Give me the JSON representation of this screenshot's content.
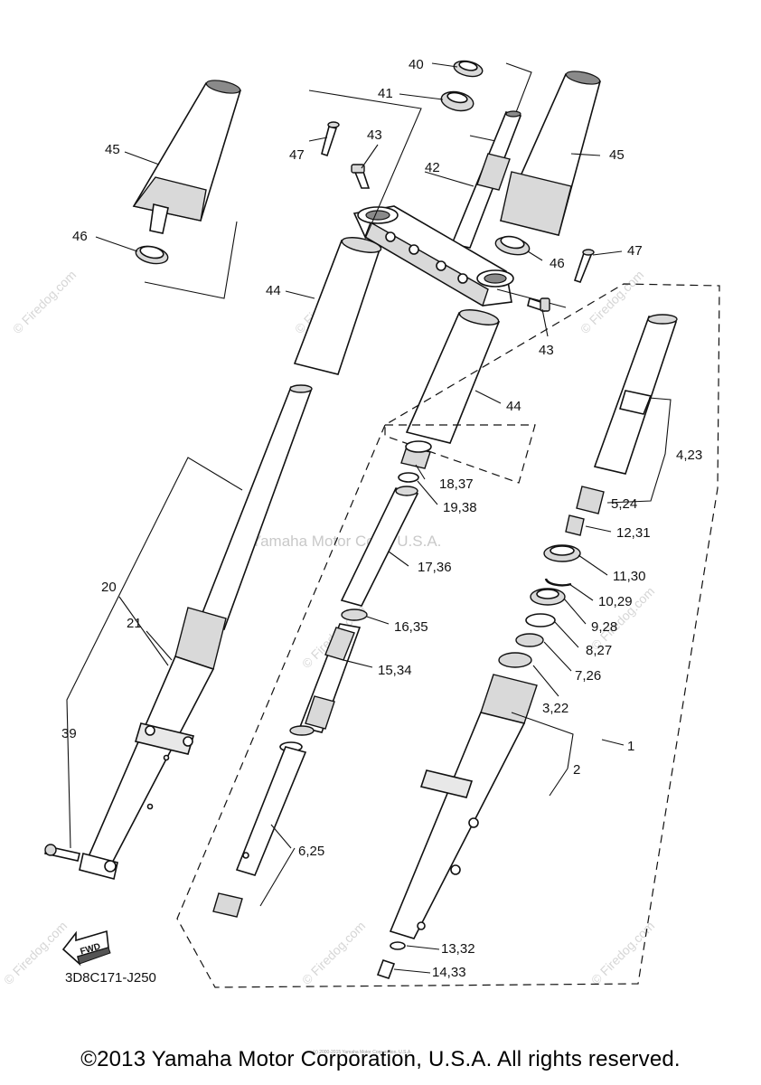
{
  "diagram": {
    "part_code": "3D8C171-J250",
    "fwd_label": "FWD",
    "watermarks": [
      "© Firedog.com",
      "© Firedog.com",
      "© Firedog.com",
      "© Firedog.com",
      "© Firedog.com",
      "© Firedog.com",
      "© Firedog.com",
      "© Firedog.com"
    ],
    "center_watermark": "Yamaha Motor Corp, U.S.A.",
    "labels": {
      "l40": "40",
      "l41": "41",
      "l42": "42",
      "l43a": "43",
      "l43b": "43",
      "l45a": "45",
      "l45b": "45",
      "l46a": "46",
      "l46b": "46",
      "l47a": "47",
      "l47b": "47",
      "l44a": "44",
      "l44b": "44",
      "l18": "18,37",
      "l19": "19,38",
      "l17": "17,36",
      "l16": "16,35",
      "l15": "15,34",
      "l6": "6,25",
      "l4": "4,23",
      "l5": "5,24",
      "l12": "12,31",
      "l11": "11,30",
      "l10": "10,29",
      "l9": "9,28",
      "l8": "8,27",
      "l7": "7,26",
      "l3": "3,22",
      "l2": "2",
      "l1": "1",
      "l20": "20",
      "l21": "21",
      "l39": "39",
      "l13": "13,32",
      "l14": "14,33"
    }
  },
  "footer": {
    "copyright": "©2013 Yamaha Motor Corporation, U.S.A. All rights reserved.",
    "tiny_note": "(c) 2000-2015 Yamaha Motor Corporation, U.S.A."
  }
}
